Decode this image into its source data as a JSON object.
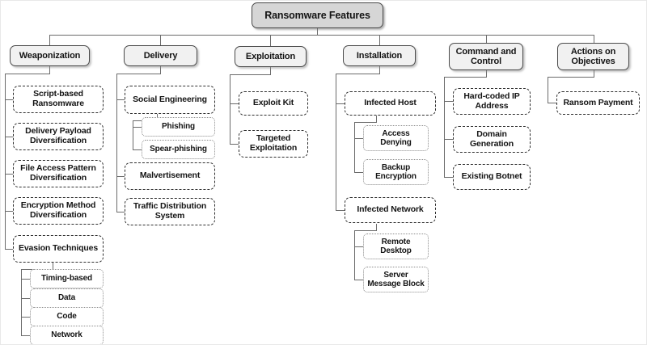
{
  "diagram": {
    "title": "Ransomware Features",
    "type": "hierarchical-tree-taxonomy",
    "colors": {
      "root_fill": "#d6d6d6",
      "level1_fill": "#f1f1f1",
      "level2_fill": "#ffffff",
      "level3_fill": "#ffffff",
      "border_dark": "#4a4a4a",
      "border_dashed": "#2e2e2e",
      "border_dotted": "#8a8a8a",
      "connector": "#6b6b6b",
      "text": "#141414",
      "background": "#ffffff"
    }
  },
  "root": {
    "label": "Ransomware Features"
  },
  "branches": [
    {
      "label": "Weaponization",
      "children": [
        {
          "label": "Script-based Ransomware"
        },
        {
          "label": "Delivery Payload Diversification"
        },
        {
          "label": "File Access Pattern Diversification"
        },
        {
          "label": "Encryption Method Diversification"
        },
        {
          "label": "Evasion Techniques",
          "children": [
            {
              "label": "Timing-based"
            },
            {
              "label": "Data"
            },
            {
              "label": "Code"
            },
            {
              "label": "Network"
            }
          ]
        }
      ]
    },
    {
      "label": "Delivery",
      "children": [
        {
          "label": "Social Engineering",
          "children": [
            {
              "label": "Phishing"
            },
            {
              "label": "Spear-phishing"
            }
          ]
        },
        {
          "label": "Malvertisement"
        },
        {
          "label": "Traffic Distribution System"
        }
      ]
    },
    {
      "label": "Exploitation",
      "children": [
        {
          "label": "Exploit Kit"
        },
        {
          "label": "Targeted Exploitation"
        }
      ]
    },
    {
      "label": "Installation",
      "children": [
        {
          "label": "Infected Host",
          "children": [
            {
              "label": "Access Denying"
            },
            {
              "label": "Backup Encryption"
            }
          ]
        },
        {
          "label": "Infected Network",
          "children": [
            {
              "label": "Remote Desktop"
            },
            {
              "label": "Server Message Block"
            }
          ]
        }
      ]
    },
    {
      "label": "Command and Control",
      "children": [
        {
          "label": "Hard-coded IP Address"
        },
        {
          "label": "Domain Generation"
        },
        {
          "label": "Existing Botnet"
        }
      ]
    },
    {
      "label": "Actions on Objectives",
      "children": [
        {
          "label": "Ransom Payment"
        }
      ]
    }
  ]
}
